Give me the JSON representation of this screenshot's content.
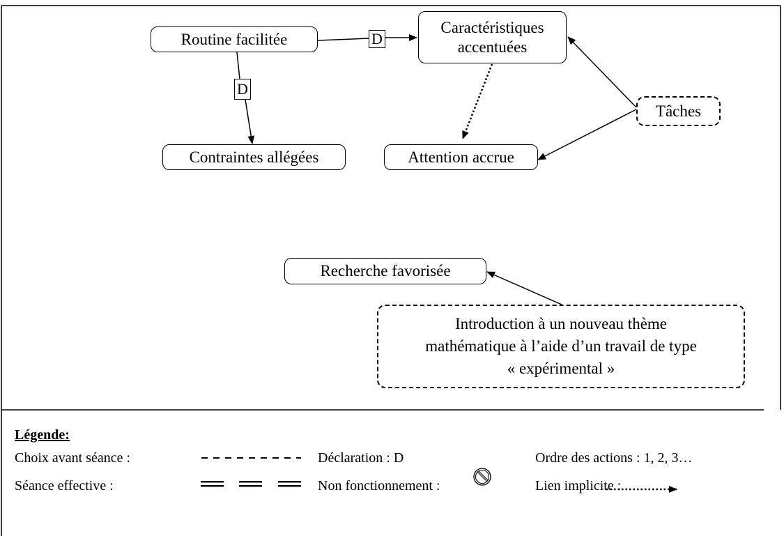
{
  "nodes": {
    "routine": "Routine facilitée",
    "caract_line1": "Caractéristiques",
    "caract_line2": "accentuées",
    "contraintes": "Contraintes allégées",
    "attention": "Attention accrue",
    "taches": "Tâches",
    "recherche": "Recherche favorisée",
    "intro_line1": "Introduction à un nouveau thème",
    "intro_line2": "mathématique à l’aide d’un travail de type",
    "intro_line3": "« expérimental »"
  },
  "link_labels": {
    "routine_to_caract": "D",
    "routine_to_contraintes": "D"
  },
  "legend": {
    "title": "Légende:",
    "choix_avant": "Choix avant séance :",
    "seance_effective": "Séance effective :",
    "declaration": "Déclaration : D",
    "non_fonctionnement": "Non fonctionnement :",
    "ordre": "Ordre des actions : 1, 2, 3…",
    "lien_implicite": "Lien implicite :"
  },
  "icons": {
    "non_fonctionnement": "prohibited-icon"
  }
}
